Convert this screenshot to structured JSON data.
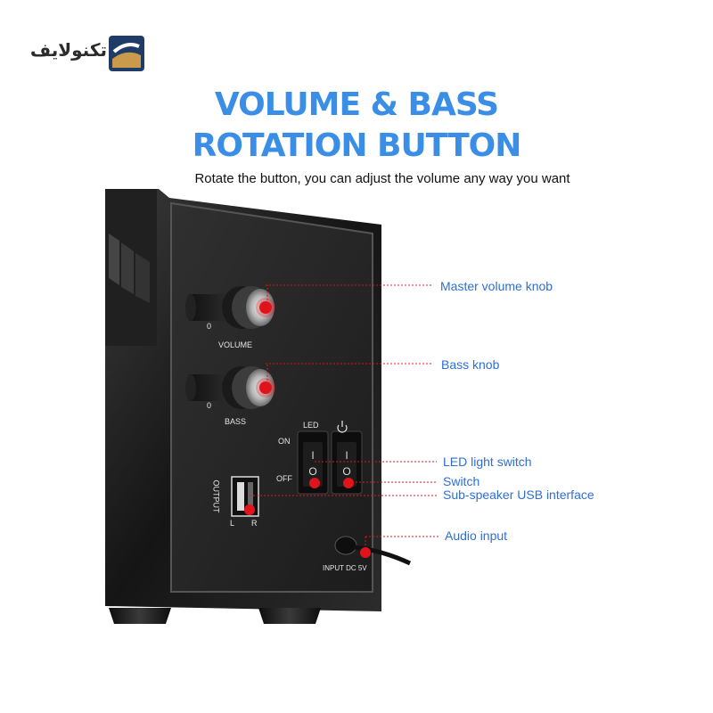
{
  "brand": {
    "name": "تکنولایف"
  },
  "heading": {
    "line1": "VOLUME & BASS",
    "line2": "ROTATION BUTTON",
    "subtitle": "Rotate the button, you can adjust the volume any way you want"
  },
  "panel_labels": {
    "volume": "VOLUME",
    "bass": "BASS",
    "led": "LED",
    "on": "ON",
    "off": "OFF",
    "output": "OUTPUT",
    "left": "L",
    "right": "R",
    "input": "INPUT DC 5V",
    "zero_volume": "0",
    "zero_bass": "0"
  },
  "callouts": [
    {
      "key": "master_volume",
      "label": "Master volume knob"
    },
    {
      "key": "bass",
      "label": "Bass knob"
    },
    {
      "key": "led",
      "label": "LED light switch"
    },
    {
      "key": "switch",
      "label": "Switch"
    },
    {
      "key": "usb",
      "label": "Sub-speaker USB interface"
    },
    {
      "key": "audio",
      "label": "Audio input"
    }
  ],
  "colors": {
    "accent_blue": "#3a8ee6",
    "callout_blue": "#2e6fd6",
    "marker_red": "#e0141c",
    "panel": "#2a2a2a"
  }
}
